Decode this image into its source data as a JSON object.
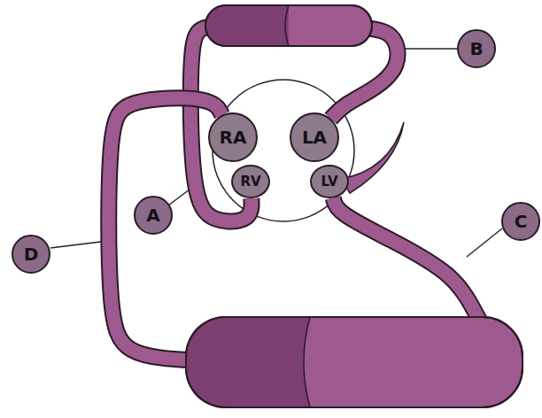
{
  "diagram": {
    "nodes": [
      {
        "text": [
          "B"
        ]
      },
      {
        "text": [
          "RA"
        ]
      },
      {
        "text": [
          "LA"
        ]
      },
      {
        "text": [
          "RV"
        ]
      },
      {
        "text": [
          "LV"
        ]
      },
      {
        "text": [
          "A"
        ]
      },
      {
        "text": [
          "C"
        ]
      },
      {
        "text": [
          "D"
        ]
      }
    ],
    "edges": [
      {
        "from": 3,
        "to": 2,
        "arrow": "none"
      },
      {
        "from": 4,
        "to": 1,
        "arrow": "none"
      }
    ]
  }
}
